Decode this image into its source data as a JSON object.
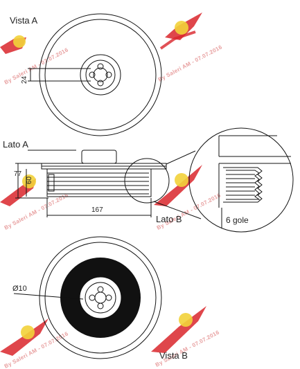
{
  "labels": {
    "vista_a": "Vista A",
    "lato_a": "Lato A",
    "lato_b": "Lato  B",
    "vista_b": "Vista B",
    "grooves": "6 gole"
  },
  "dimensions": {
    "hub_height": "24",
    "outer_height": "77",
    "inner_height": "60",
    "width": "167",
    "bore_diameter": "Ø10"
  },
  "watermark": {
    "text": "By Saleri AM - 07.07.2016"
  },
  "colors": {
    "line": "#111111",
    "watermark_red": "#d9262c",
    "watermark_yellow": "#f2d23a",
    "damper_fill": "#111111"
  },
  "icons": [
    "saleri-wing-logo-icon"
  ]
}
